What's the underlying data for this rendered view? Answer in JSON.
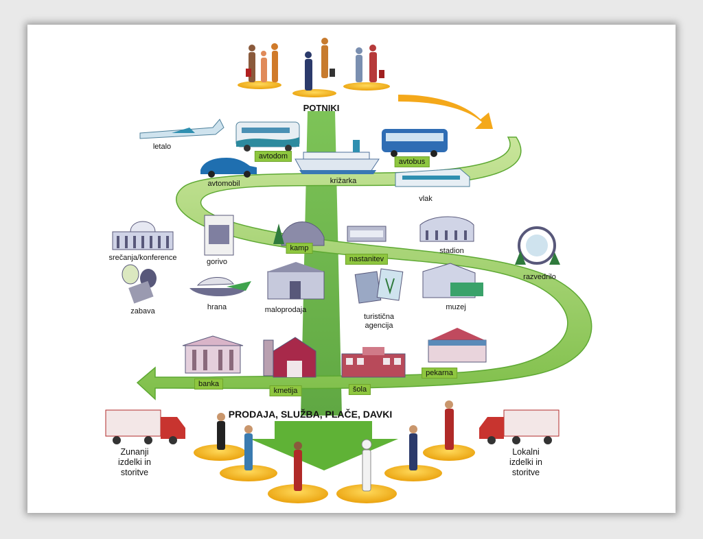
{
  "headline_top": "POTNIKI",
  "headline_bottom": "PRODAJA, SLUŽBA, PLAČE, DAVKI",
  "transport": {
    "plane": "letalo",
    "rv": "avtodom",
    "car": "avtomobil",
    "ship": "križarka",
    "bus": "avtobus",
    "train": "vlak"
  },
  "services": {
    "conference": "srečanja/konference",
    "fuel": "gorivo",
    "camp": "kamp",
    "lodging": "nastanitev",
    "stadium": "stadion",
    "recreation": "razvedrilo",
    "entertainment": "zabava",
    "food": "hrana",
    "retail": "maloprodaja",
    "agency_line1": "turistična",
    "agency_line2": "agencija",
    "museum": "muzej",
    "bank": "banka",
    "farm": "kmetija",
    "school": "šola",
    "bakery": "pekarna"
  },
  "external": [
    "Zunanji",
    "izdelki in",
    "storitve"
  ],
  "local": [
    "Lokalni",
    "izdelki in",
    "storitve"
  ],
  "colors": {
    "green_light": "#a9d46f",
    "green_dark": "#5da832",
    "orange": "#f7b21a",
    "building": "#6f6f8a",
    "truck": "#c8342f"
  }
}
